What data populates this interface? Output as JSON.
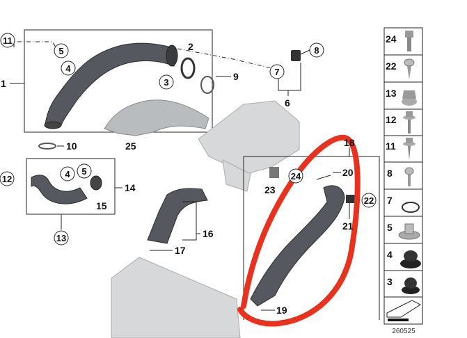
{
  "diagram": {
    "catalog_number": "260525",
    "callouts": {
      "c1": "1",
      "c2": "2",
      "c3": "3",
      "c4a": "4",
      "c5a": "5",
      "c6": "6",
      "c7": "7",
      "c8": "8",
      "c9": "9",
      "c10": "10",
      "c11": "11",
      "c12": "12",
      "c13": "13",
      "c14": "14",
      "c15": "15",
      "c4b": "4",
      "c5b": "5",
      "c16": "16",
      "c17": "17",
      "c18": "18",
      "c19": "19",
      "c20": "20",
      "c21": "21",
      "c22": "22",
      "c23": "23",
      "c24": "24",
      "c25": "25"
    },
    "parts_column": [
      "24",
      "22",
      "13",
      "12",
      "11",
      "8",
      "7",
      "5",
      "4",
      "3"
    ],
    "highlight_color": "#e8321e"
  }
}
